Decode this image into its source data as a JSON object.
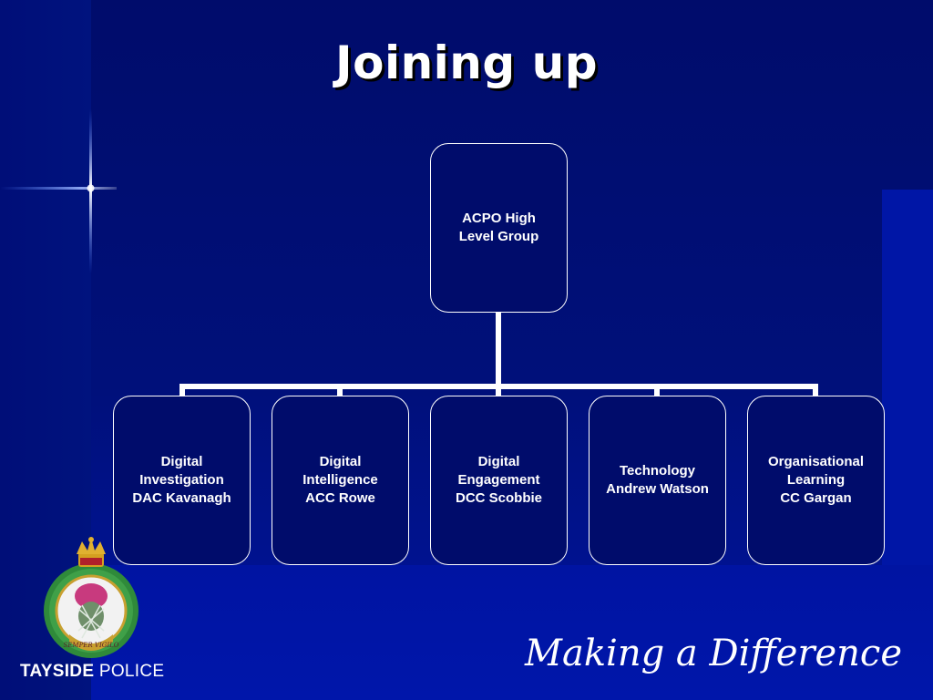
{
  "slide": {
    "title": "Joining up",
    "tagline": "Making a Difference",
    "org_name_bold": "TAYSIDE",
    "org_name_regular": " POLICE",
    "logo_motto": "SEMPER VIGILO",
    "logo_icon": "tayside-police-crest-icon"
  },
  "colors": {
    "background": "#000c6b",
    "node_border": "#ffffff",
    "text": "#ffffff",
    "panel": "#0016a6"
  },
  "org_chart": {
    "root": {
      "label": "ACPO High\nLevel Group"
    },
    "children": [
      {
        "label": "Digital\nInvestigation\nDAC Kavanagh"
      },
      {
        "label": "Digital\nIntelligence\nACC Rowe"
      },
      {
        "label": "Digital\nEngagement\nDCC Scobbie"
      },
      {
        "label": "Technology\nAndrew Watson"
      },
      {
        "label": "Organisational\nLearning\nCC Gargan"
      }
    ]
  }
}
